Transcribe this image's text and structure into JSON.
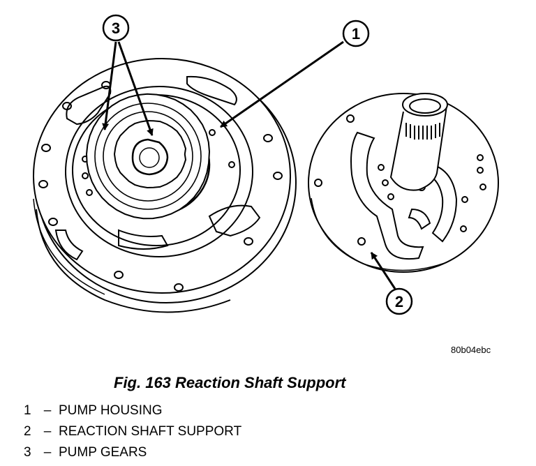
{
  "figure": {
    "image_id": "80b04ebc",
    "caption": "Fig. 163 Reaction Shaft Support",
    "callouts": [
      {
        "number": "1"
      },
      {
        "number": "2"
      },
      {
        "number": "3"
      }
    ],
    "legend": [
      {
        "number": "1",
        "dash": "–",
        "label": "PUMP HOUSING"
      },
      {
        "number": "2",
        "dash": "–",
        "label": "REACTION SHAFT SUPPORT"
      },
      {
        "number": "3",
        "dash": "–",
        "label": "PUMP GEARS"
      }
    ],
    "colors": {
      "ink": "#000000",
      "paper": "#ffffff"
    }
  }
}
